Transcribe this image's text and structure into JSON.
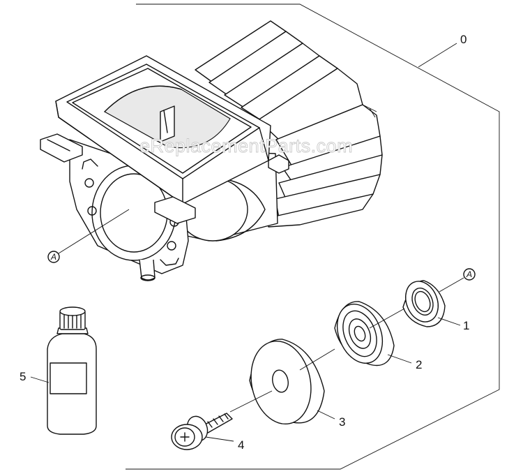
{
  "watermark": "eReplacementParts.com",
  "labels": {
    "assembly": "0",
    "seal": "1",
    "bearing": "2",
    "pulley": "3",
    "screw": "4",
    "bottle": "5"
  },
  "callouts": {
    "housing": "A",
    "seal": "A"
  }
}
